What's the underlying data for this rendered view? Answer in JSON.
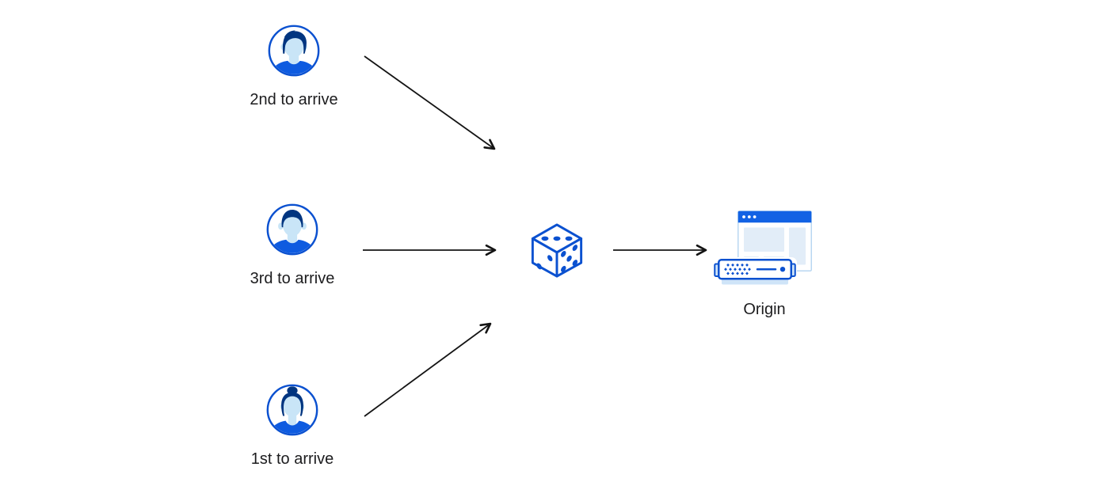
{
  "page": {
    "title": "Clients to random selector to origin diagram",
    "background": "#ffffff"
  },
  "colors": {
    "primary_blue": "#0b51d0",
    "title_bar_blue": "#1262e4",
    "shirt_blue": "#0e5be0",
    "hair_navy": "#003580",
    "skin_light_blue": "#c9e5f7",
    "panel_light_blue": "#e2edf8",
    "server_tab_light_blue": "#cfe4f8",
    "window_border_light_blue": "#b9d7f2",
    "arrow_black": "#141414",
    "label_text": "#1c1c1e"
  },
  "diagram": {
    "clients": [
      {
        "label": "2nd to arrive",
        "icon": "user-avatar-man-swept-hair-icon"
      },
      {
        "label": "3rd to arrive",
        "icon": "user-avatar-man-short-hair-icon"
      },
      {
        "label": "1st to arrive",
        "icon": "user-avatar-woman-bun-icon"
      }
    ],
    "selector": {
      "icon": "dice-icon"
    },
    "origin": {
      "label": "Origin",
      "icons": [
        "browser-window-icon",
        "server-icon"
      ]
    },
    "arrows": [
      {
        "from": "2nd to arrive",
        "to": "dice"
      },
      {
        "from": "3rd to arrive",
        "to": "dice"
      },
      {
        "from": "1st to arrive",
        "to": "dice"
      },
      {
        "from": "dice",
        "to": "Origin"
      }
    ]
  }
}
